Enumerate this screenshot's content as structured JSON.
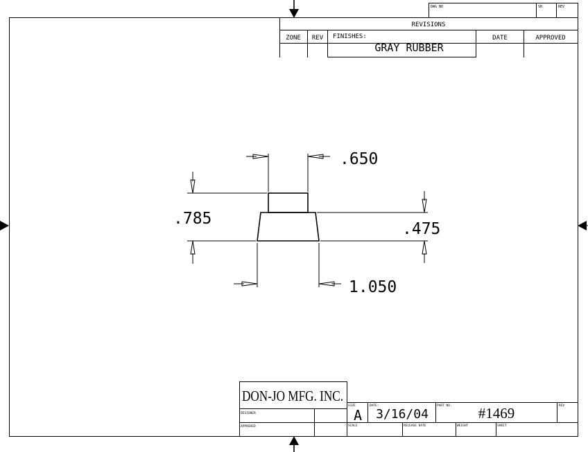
{
  "title_strip": {
    "dwg_no_label": "DWG NO",
    "sh_label": "SH",
    "rev_label": "REV"
  },
  "revisions": {
    "title": "REVISIONS",
    "columns": [
      "ZONE",
      "REV",
      "FINISHES:",
      "DATE",
      "APPROVED"
    ],
    "finish": "GRAY RUBBER"
  },
  "dimensions": {
    "top_width": ".650",
    "total_height": ".785",
    "base_height": ".475",
    "base_width": "1.050"
  },
  "title_block": {
    "company": "DON-JO MFG. INC.",
    "designer_label": "DESIGNER",
    "approved_label": "APPROVED",
    "size_label": "SIZE",
    "size": "A",
    "date_label": "DATE:",
    "date": "3/16/04",
    "part_no_label": "PART NO.",
    "part_no": "#1469",
    "rev_label": "REV",
    "scale_label": "SCALE",
    "release_date_label": "RELEASE DATE",
    "weight_label": "WEIGHT",
    "sheet_label": "SHEET"
  }
}
